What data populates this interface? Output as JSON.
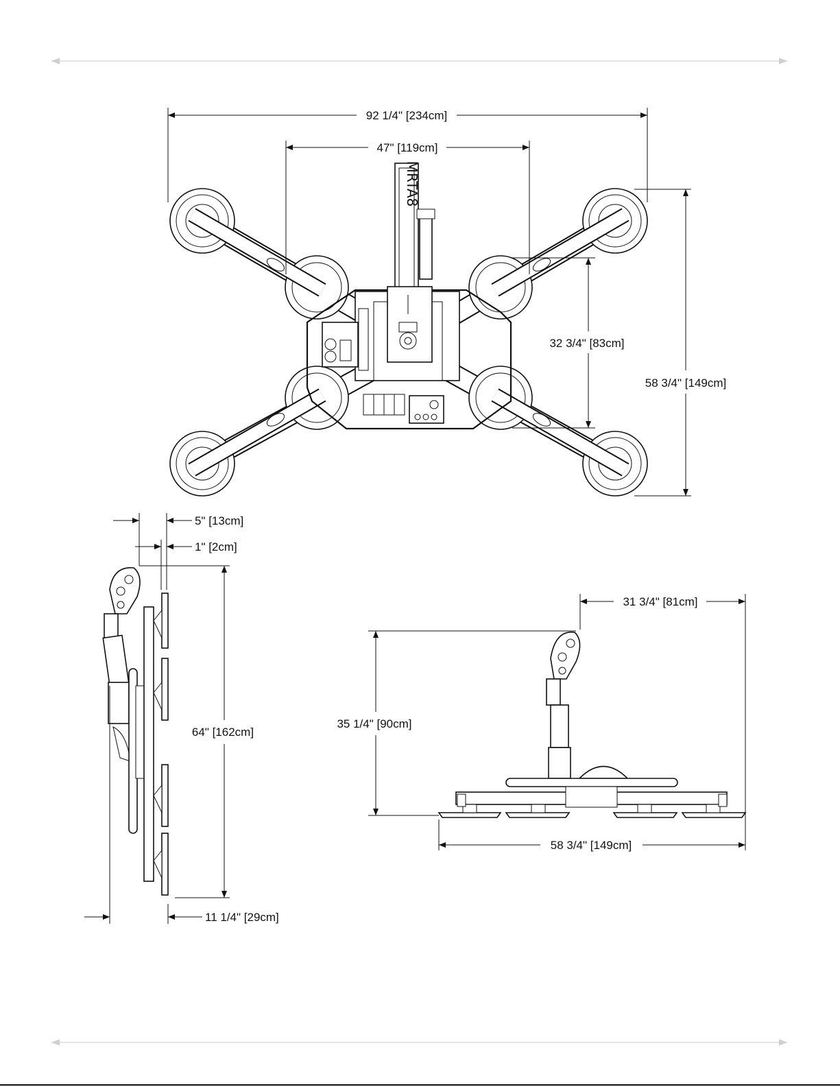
{
  "dimensions": {
    "top_overall_width": "92 1/4\" [234cm]",
    "top_frame_width": "47\" [119cm]",
    "top_pad_spacing": "32 3/4\" [83cm]",
    "top_overall_height": "58 3/4\" [149cm]",
    "side_offset_5": "5\" [13cm]",
    "side_offset_1": "1\" [2cm]",
    "side_height": "64\" [162cm]",
    "side_depth": "11 1/4\" [29cm]",
    "front_reach": "31 3/4\" [81cm]",
    "front_height": "35 1/4\" [90cm]",
    "front_width": "58 3/4\" [149cm]"
  },
  "model_label": "MRTA8",
  "colors": {
    "line": "#111111",
    "rule": "#d9d9d9",
    "background": "#ffffff"
  }
}
